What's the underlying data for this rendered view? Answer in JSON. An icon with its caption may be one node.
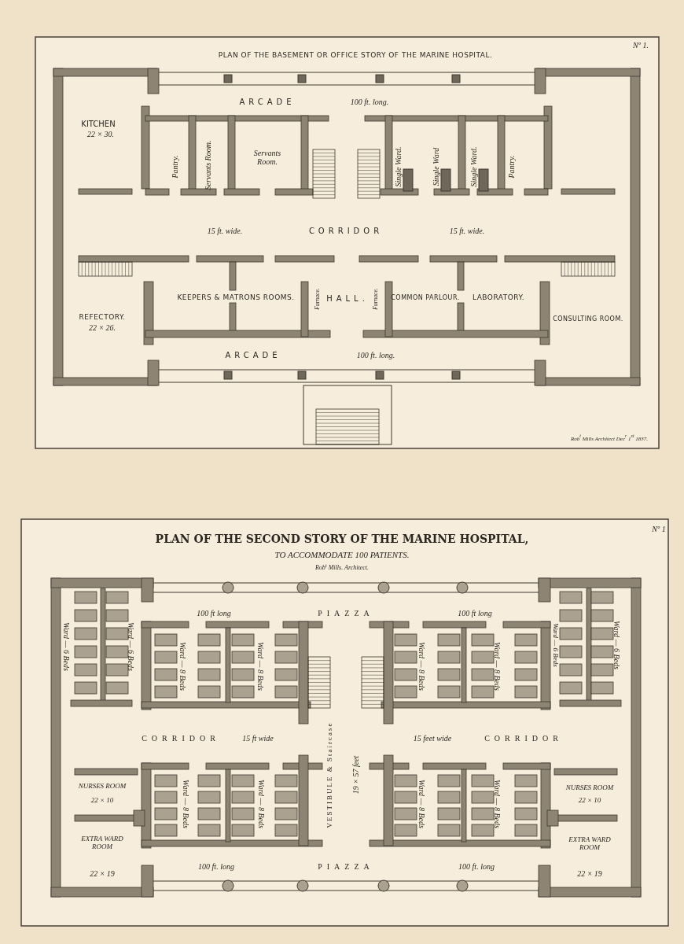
{
  "diagram": {
    "labels": [
      "Nº 1.",
      "PLAN OF THE BASEMENT OR OFFICE STORY OF THE MARINE HOSPITAL.",
      "ARCADE",
      "100 ft. long.",
      "KITCHEN",
      "22 × 30.",
      "Pantry.",
      "Servants Room.",
      "Servants Room.",
      "Single Ward.",
      "Single Ward",
      "Single Ward.",
      "Pantry.",
      "15 ft. wide.",
      "CORRIDOR",
      "15 ft. wide.",
      "KEEPERS & MATRONS ROOMS.",
      "Furnace.",
      "HALL.",
      "Furnace.",
      "COMMON PARLOUR.",
      "LABORATORY.",
      "REFECTORY.",
      "22 × 26.",
      "CONSULTING ROOM.",
      "ARCADE",
      "100 ft. long.",
      "Rob$^{t}$ Mills Architect Dec$^{r}$ 1$^{st}$ 1837.",
      "Nº 1",
      "PLAN OF THE SECOND STORY OF THE MARINE HOSPITAL,",
      "TO ACCOMMODATE 100 PATIENTS.",
      "Rob$^{t}$ Mills. *Architect.*",
      "100 ft long",
      "PIAZZA",
      "100 ft long",
      "Ward — 6 Beds",
      "Ward — 6 Beds",
      "Ward — 8 Beds",
      "Ward — 8 Beds",
      "Ward — 8 Beds",
      "Ward — 8 Beds",
      "Ward — 6 Beds",
      "Ward — 6 Beds",
      "CORRIDOR",
      "15 ft wide",
      "VESTIBULE & Staircase",
      "19 × 57 feet",
      "15 feet wide",
      "CORRIDOR",
      "NURSES ROOM",
      "22 × 10",
      "Ward — 8 Beds",
      "Ward — 8 Beds",
      "Ward — 8 Beds",
      "Ward — 8 Beds",
      "NURSES ROOM",
      "22 × 10",
      "EXTRA WARD ROOM",
      "22 × 19",
      "100 ft. long",
      "PIAZZA",
      "100 ft. long",
      "EXTRA WARD ROOM",
      "22 × 19"
    ]
  }
}
